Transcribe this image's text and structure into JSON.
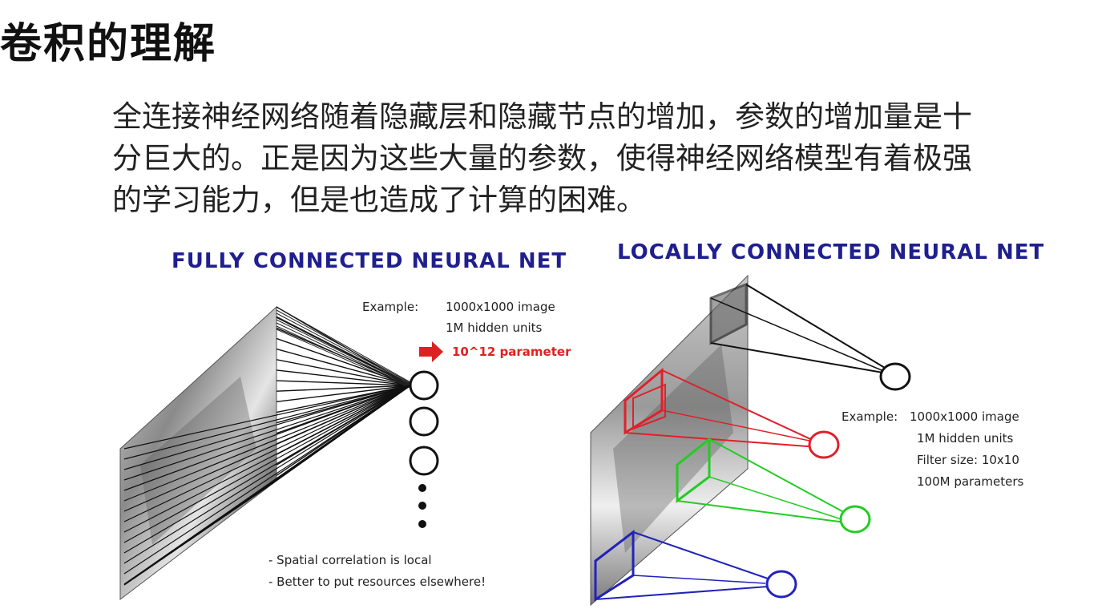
{
  "slide": {
    "title": "卷积的理解",
    "paragraph_lines": [
      "全连接神经网络随着隐藏层和隐藏节点的增加，参数的增加量是十",
      "分巨大的。正是因为这些大量的参数，使得神经网络模型有着极强",
      "的学习能力，但是也造成了计算的困难。"
    ]
  },
  "fully_connected": {
    "heading": "FULLY CONNECTED NEURAL NET",
    "example_label": "Example:",
    "example_lines": [
      "1000x1000 image",
      "1M hidden units"
    ],
    "parameter_note": "10^12 parameter",
    "bullets": [
      "- Spatial correlation is local",
      "- Better to put resources elsewhere!"
    ]
  },
  "locally_connected": {
    "heading": "LOCALLY CONNECTED NEURAL NET",
    "example_label": "Example:",
    "example_lines": [
      "1000x1000 image",
      "1M hidden units",
      "Filter size: 10x10",
      "100M parameters"
    ]
  },
  "colors": {
    "heading": "#1f1f8f",
    "arrow": "#e02020",
    "filter_black": "#111111",
    "filter_red": "#e0202a",
    "filter_green": "#22cc22",
    "filter_blue": "#2222bb"
  },
  "icons": {
    "arrow": "right-arrow-icon"
  }
}
